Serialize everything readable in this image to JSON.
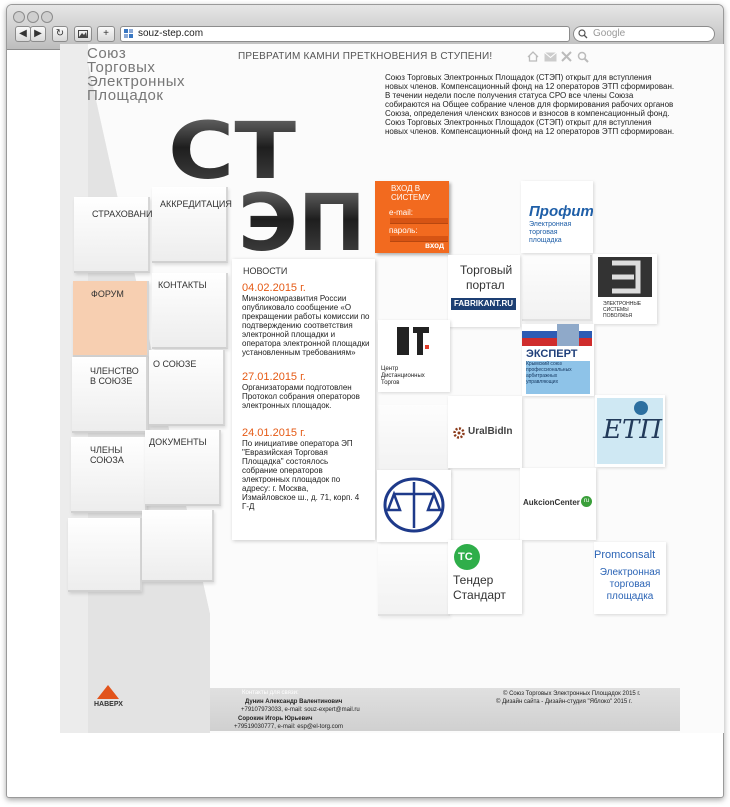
{
  "browser": {
    "url": "souz-step.com",
    "search_placeholder": "Google",
    "back": "◀",
    "forward": "▶",
    "reload": "↻",
    "add": "+"
  },
  "logo": {
    "line1": "Союз",
    "line2": "Торговых",
    "line3": "Электронных",
    "line4": "Площадок",
    "big_top": "СТ",
    "big_bottom": "ЭП"
  },
  "slogan": "ПРЕВРАТИМ КАМНИ ПРЕТКНОВЕНИЯ В СТУПЕНИ!",
  "intro": "Союз Торговых Электронных Площадок (СТЭП) открыт для вступления новых членов. Компенсационный фонд на 12 операторов ЭТП сформирован. В течении недели после получения статуса СРО все члены Союза собираются на Общее собрание членов для формирования рабочих органов Союза, определения членских взносов и взносов в компенсационный фонд. Союз Торговых Электронных Площадок (СТЭП) открыт для вступления новых членов. Компенсационный фонд на 12 операторов ЭТП сформирован.",
  "menu": {
    "insurance": "СТРАХОВАНИЕ",
    "accreditation": "АККРЕДИТАЦИЯ",
    "forum": "ФОРУМ",
    "contacts": "КОНТАКТЫ",
    "membership": "ЧЛЕНСТВО В СОЮЗЕ",
    "about": "О СОЮЗЕ",
    "members": "ЧЛЕНЫ СОЮЗА",
    "documents": "ДОКУМЕНТЫ",
    "top": "НАВЕРХ"
  },
  "login": {
    "title": "ВХОД В СИСТЕМУ",
    "email_label": "e-mail:",
    "password_label": "пароль:",
    "submit": "вход"
  },
  "news": {
    "heading": "НОВОСТИ",
    "items": [
      {
        "date": "04.02.2015 г.",
        "text": "Минэкономразвития России опубликовало сообщение «О прекращении работы комиссии по подтверждению соответствия электронной площадки и оператора электронной площадки установленным требованиям»"
      },
      {
        "date": "27.01.2015 г.",
        "text": "Организаторами подготовлен Протокол собрания операторов электронных площадок."
      },
      {
        "date": "24.01.2015 г.",
        "text": "По инициативе оператора ЭП \"Евразийская Торговая Площадка\" состоялось собрание операторов электронных площадок по адресу: г. Москва, Измайловское ш., д. 71, корп. 4 Г-Д"
      }
    ]
  },
  "partners": {
    "profit_name": "Профит",
    "profit_sub": "Электронная торговая площадка",
    "fabrikant_line1": "Торговый",
    "fabrikant_line2": "портал",
    "fabrikant_badge": "FABRIKANT.RU",
    "electronic_systems": "ЭЛЕКТРОННЫЕ СИСТЕМЫ ПОВОЛЖЬЯ",
    "cdt": "Центр Дистанционных Торгов",
    "expert_name": "ЭКСПЕРТ",
    "expert_sub": "Крымский союз профессиональных арбитражных управляющих",
    "uralbidin": "UralBidIn",
    "etp_mark": "ЕТП",
    "aukcion": "AukcionCenter",
    "aukcion_ru": "ru",
    "tender_mark": "ТС",
    "tender_line1": "Тендер",
    "tender_line2": "Стандарт",
    "promconsalt": "Promconsalt",
    "promconsalt_sub": "Электронная торговая площадка"
  },
  "footer": {
    "contacts_title": "Контакты для связи:",
    "person1": "Дунин Александр Валентинович",
    "person1_contacts": "+79107973033, e-mail: souz-expert@mail.ru",
    "person2": "Сорокин Игорь Юрьевич",
    "person2_contacts": "+79519030777, e-mail: esp@el-torg.com",
    "copyright1": "© Союз Торговых Электронных Площадок 2015 г.",
    "copyright2": "© Дизайн сайта - Дизайн-студия \"Яблоко\" 2015 г."
  },
  "colors": {
    "accent": "#f26a1f",
    "forum_tile": "#f7cfb1",
    "news_date": "#e55a15",
    "profit_blue": "#1f5fa8",
    "promconsalt_blue": "#2a63b5"
  }
}
